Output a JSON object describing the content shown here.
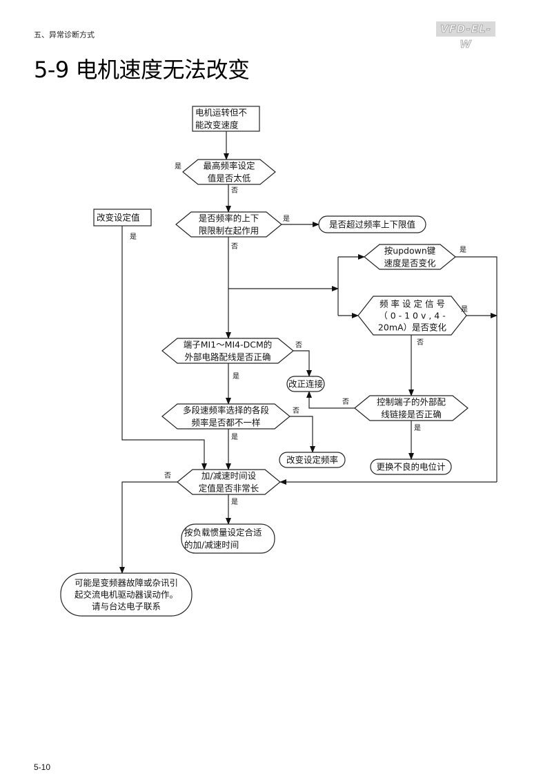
{
  "header": {
    "section": "五、异常诊断方式",
    "model": "VFD-EL-W",
    "title": "5-9  电机速度无法改变"
  },
  "flowchart": {
    "nodes": {
      "start": {
        "type": "rect",
        "lines": [
          "电机运转但不",
          "能改变速度"
        ]
      },
      "max_freq": {
        "type": "decision",
        "lines": [
          "最高频率设定",
          "值是否太低"
        ]
      },
      "change_setting": {
        "type": "rect",
        "lines": [
          "改变设定值"
        ]
      },
      "limit_active": {
        "type": "decision",
        "lines": [
          "是否频率的上下",
          "限限制在起作用"
        ]
      },
      "exceed_limit": {
        "type": "terminal",
        "lines": [
          "是否超过频率上下限值"
        ]
      },
      "updown_key": {
        "type": "decision",
        "lines": [
          "按updown键",
          "速度是否变化"
        ]
      },
      "freq_signal": {
        "type": "decision",
        "lines": [
          "频 率 设 定 信 号",
          "（ 0 - 1 0 v , 4 -",
          "20mA）是否变化"
        ]
      },
      "terminal_wiring": {
        "type": "decision",
        "lines": [
          "端子MI1～MI4-DCM的",
          "外部电路配线是否正确"
        ]
      },
      "fix_connection": {
        "type": "terminal",
        "lines": [
          "改正连接"
        ]
      },
      "control_wiring": {
        "type": "decision",
        "lines": [
          "控制端子的外部配",
          "线链接是否正确"
        ]
      },
      "multi_speed": {
        "type": "decision",
        "lines": [
          "多段速频率选择的各段",
          "频率是否都不一样"
        ]
      },
      "change_freq": {
        "type": "terminal",
        "lines": [
          "改变设定频率"
        ]
      },
      "replace_pot": {
        "type": "terminal",
        "lines": [
          "更换不良的电位计"
        ]
      },
      "accel_time": {
        "type": "decision",
        "lines": [
          "加/减速时间设",
          "定值是否非常长"
        ]
      },
      "set_accel": {
        "type": "terminal",
        "lines": [
          "按负载惯量设定合适",
          "的加/减速时间"
        ]
      },
      "contact_delta": {
        "type": "terminal",
        "lines": [
          "可能是变频器故障或杂讯引",
          "起交流电机驱动器误动作。",
          "请与台达电子联系"
        ]
      }
    },
    "labels": {
      "yes": "是",
      "no": "否"
    }
  },
  "footer": {
    "page_number": "5-10"
  }
}
